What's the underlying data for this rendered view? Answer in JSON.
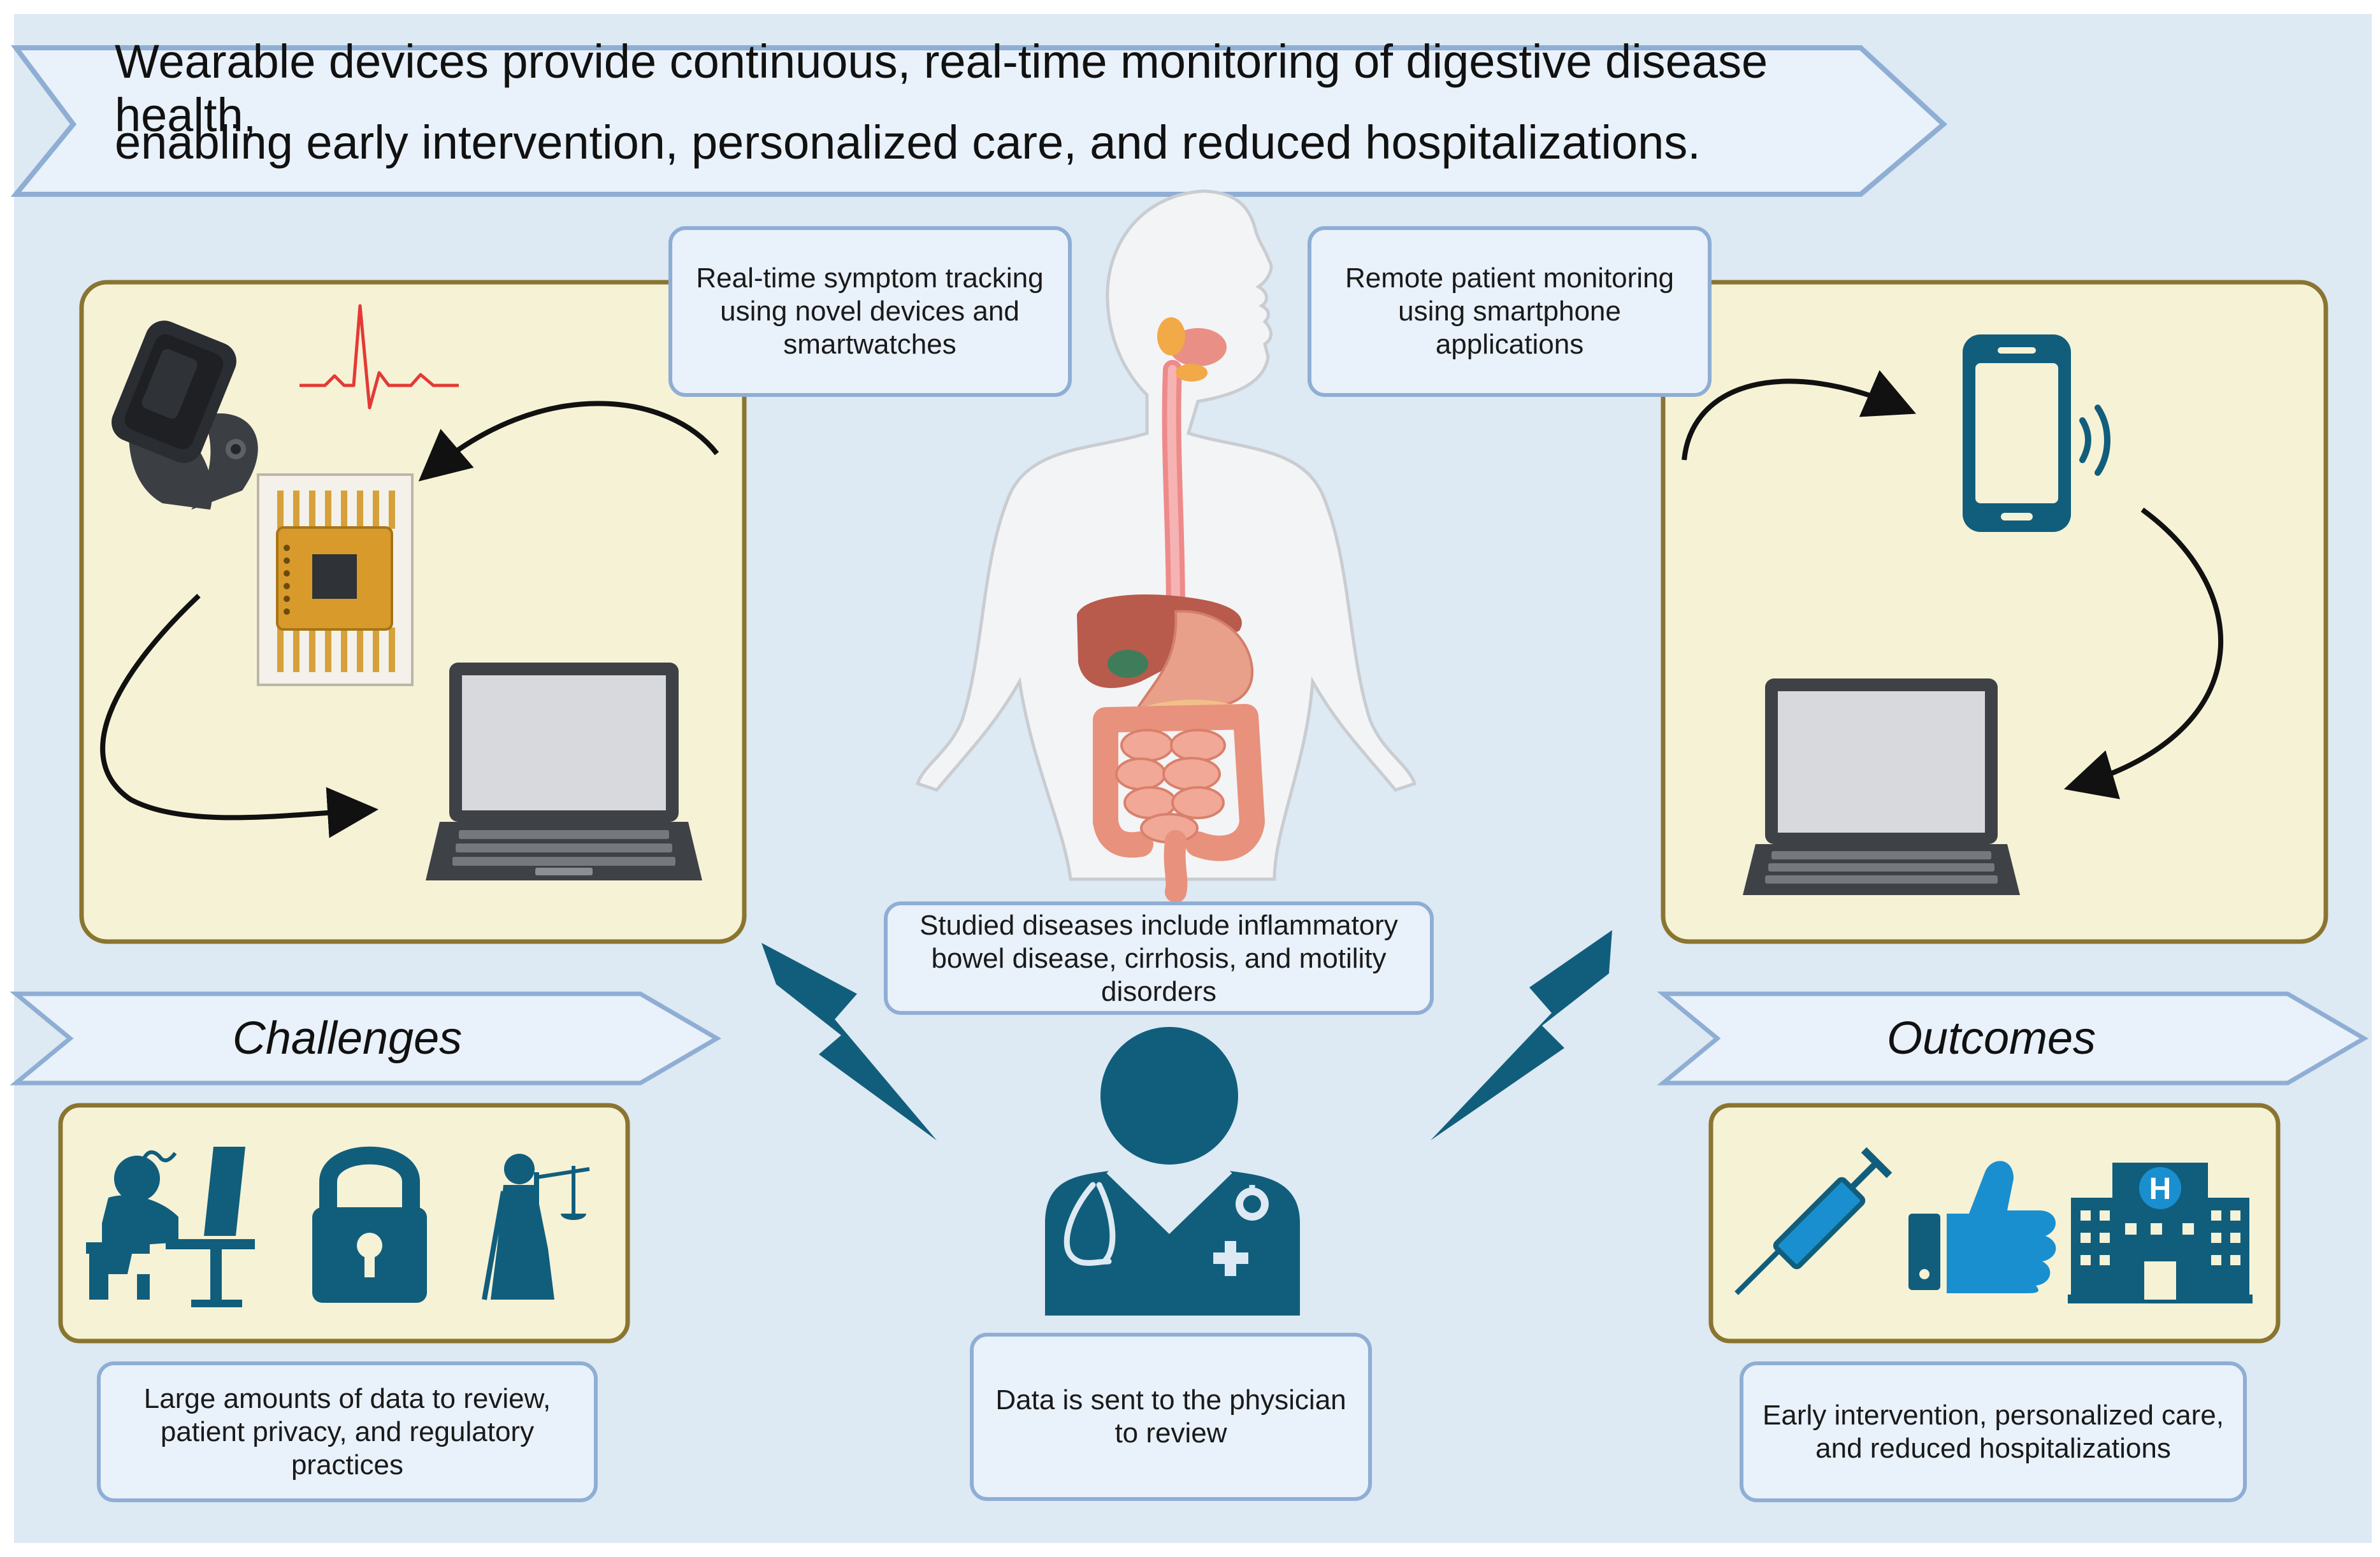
{
  "banner": {
    "line1": "Wearable devices provide continuous, real-time monitoring of digestive disease health,",
    "line2": "enabling early intervention, personalized care, and reduced hospitalizations."
  },
  "callouts": {
    "symptom_tracking": "Real-time symptom tracking using novel devices and smartwatches",
    "remote_monitoring": "Remote patient monitoring using smartphone applications",
    "studied_diseases": "Studied diseases include inflammatory bowel disease, cirrhosis, and motility disorders",
    "data_sent": "Data is sent to the physician to review"
  },
  "challenges": {
    "title": "Challenges",
    "description": "Large amounts of data to review, patient privacy, and regulatory practices"
  },
  "outcomes": {
    "title": "Outcomes",
    "description": "Early intervention, personalized care, and reduced hospitalizations"
  },
  "icons": {
    "hospital_letter": "H"
  },
  "colors": {
    "background": "#dde9f3",
    "panel": "#f6f2d6",
    "panel_border": "#8a7530",
    "box_fill": "#e9f1fa",
    "box_border": "#8faed4",
    "teal": "#115e7c",
    "blue_icon": "#1a8fd0",
    "ecg_red": "#e53935",
    "laptop_dark": "#3e4247",
    "screen": "#d7d9dc"
  }
}
